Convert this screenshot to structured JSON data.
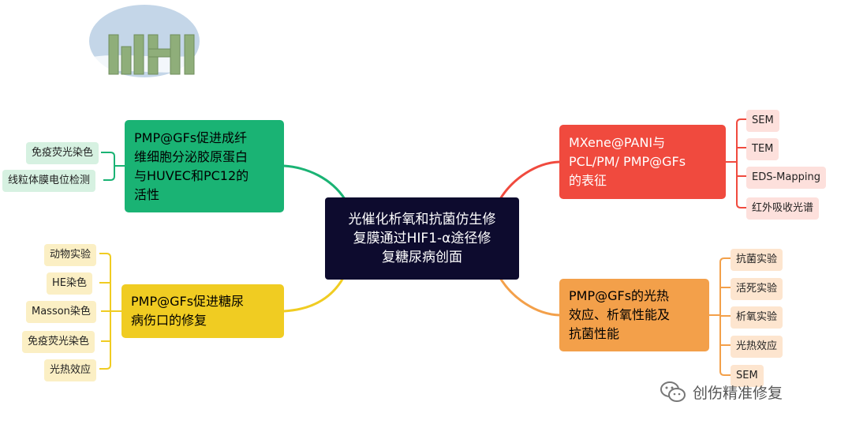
{
  "center": {
    "lines": [
      "光催化析氧和抗菌仿生修",
      "复膜通过HIF1-α途径修",
      "复糖尿病创面"
    ]
  },
  "branches": {
    "green": {
      "lines": [
        "PMP@GFs促进成纤",
        "维细胞分泌胶原蛋白",
        "与HUVEC和PC12的",
        "活性"
      ],
      "color": "#1ab374",
      "leaves": [
        "免疫荧光染色",
        "线粒体膜电位检测"
      ]
    },
    "yellow": {
      "lines": [
        "PMP@GFs促进糖尿",
        "病伤口的修复"
      ],
      "color": "#f0cc22",
      "leaves": [
        "动物实验",
        "HE染色",
        "Masson染色",
        "免疫荧光染色",
        "光热效应"
      ]
    },
    "red": {
      "lines": [
        "MXene@PANI与",
        "PCL/PM/ PMP@GFs",
        "的表征"
      ],
      "color": "#f04a3e",
      "leaves": [
        "SEM",
        "TEM",
        "EDS-Mapping",
        "红外吸收光谱"
      ]
    },
    "orange": {
      "lines": [
        "PMP@GFs的光热",
        "效应、析氧性能及",
        "抗菌性能"
      ],
      "color": "#f3a04a",
      "leaves": [
        "抗菌实验",
        "活死实验",
        "析氧实验",
        "光热效应",
        "SEM"
      ]
    }
  },
  "watermark": {
    "text": "创伤精准修复"
  }
}
